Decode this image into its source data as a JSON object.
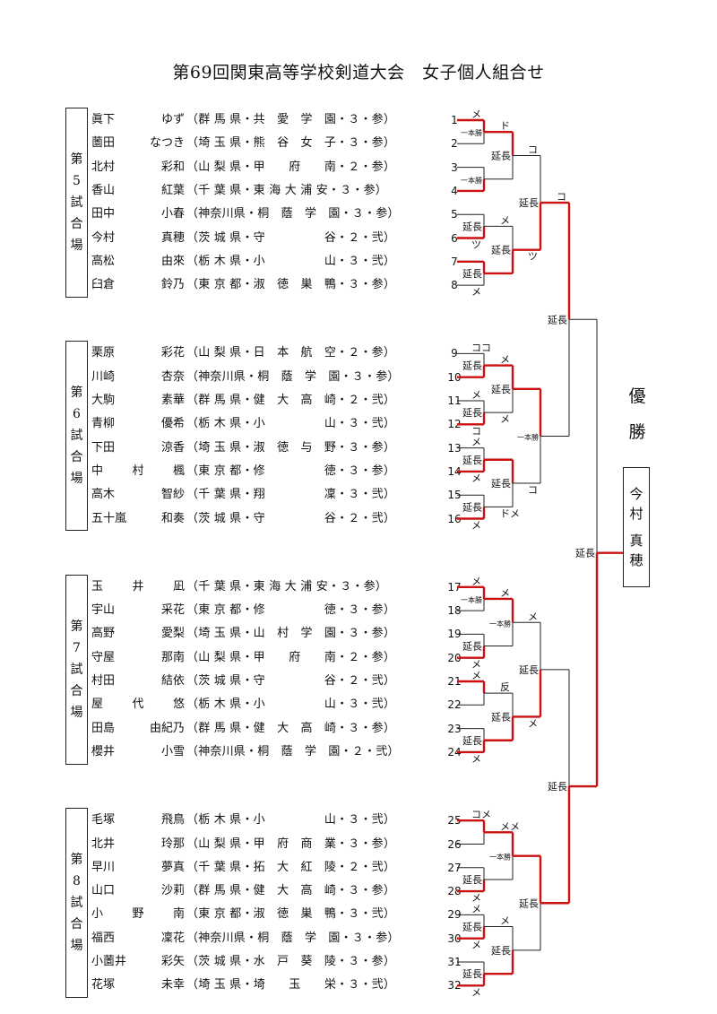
{
  "title": "第69回関東高等学校剣道大会　女子個人組合せ",
  "venues": [
    {
      "label": [
        "第",
        "5",
        "試",
        "合",
        "場"
      ]
    },
    {
      "label": [
        "第",
        "6",
        "試",
        "合",
        "場"
      ]
    },
    {
      "label": [
        "第",
        "7",
        "試",
        "合",
        "場"
      ]
    },
    {
      "label": [
        "第",
        "8",
        "試",
        "合",
        "場"
      ]
    }
  ],
  "players": [
    {
      "no": "1",
      "name": [
        "眞下",
        "ゆず"
      ],
      "profile": "（群 馬 県・共　愛　学　園・３・参）"
    },
    {
      "no": "2",
      "name": [
        "薗田",
        "なつき"
      ],
      "profile": "（埼 玉 県・熊　谷　女　子・３・参）"
    },
    {
      "no": "3",
      "name": [
        "北村",
        "彩和"
      ],
      "profile": "（山 梨 県・甲　　府　　南・２・参）"
    },
    {
      "no": "4",
      "name": [
        "香山",
        "紅葉"
      ],
      "profile": "（千 葉 県・東 海 大 浦 安・３・参）"
    },
    {
      "no": "5",
      "name": [
        "田中",
        "小春"
      ],
      "profile": "（神奈川県・桐　蔭　学　園・３・参）"
    },
    {
      "no": "6",
      "name": [
        "今村",
        "真穂"
      ],
      "profile": "（茨 城 県・守　　　　　谷・２・弐）"
    },
    {
      "no": "7",
      "name": [
        "高松",
        "由來"
      ],
      "profile": "（栃 木 県・小　　　　　山・３・弐）"
    },
    {
      "no": "8",
      "name": [
        "臼倉",
        "鈴乃"
      ],
      "profile": "（東 京 都・淑　徳　巣　鴨・３・参）"
    },
    {
      "no": "9",
      "name": [
        "栗原",
        "彩花"
      ],
      "profile": "（山 梨 県・日　本　航　空・２・参）"
    },
    {
      "no": "10",
      "name": [
        "川崎",
        "杏奈"
      ],
      "profile": "（神奈川県・桐　蔭　学　園・３・参）"
    },
    {
      "no": "11",
      "name": [
        "大駒",
        "素華"
      ],
      "profile": "（群 馬 県・健　大　高　崎・２・弐）"
    },
    {
      "no": "12",
      "name": [
        "青柳",
        "優希"
      ],
      "profile": "（栃 木 県・小　　　　　山・３・弐）"
    },
    {
      "no": "13",
      "name": [
        "下田",
        "涼香"
      ],
      "profile": "（埼 玉 県・淑　徳　与　野・３・参）"
    },
    {
      "no": "14",
      "name": [
        "中",
        "村",
        "楓"
      ],
      "profile": "（東 京 都・修　　　　　徳・３・参）"
    },
    {
      "no": "15",
      "name": [
        "高木",
        "智紗"
      ],
      "profile": "（千 葉 県・翔　　　　　凜・３・弐）"
    },
    {
      "no": "16",
      "name": [
        "五十嵐",
        "和奏"
      ],
      "profile": "（茨 城 県・守　　　　　谷・２・弐）"
    },
    {
      "no": "17",
      "name": [
        "玉",
        "井",
        "凪"
      ],
      "profile": "（千 葉 県・東 海 大 浦 安・３・参）"
    },
    {
      "no": "18",
      "name": [
        "宇山",
        "采花"
      ],
      "profile": "（東 京 都・修　　　　　徳・３・参）"
    },
    {
      "no": "19",
      "name": [
        "高野",
        "愛梨"
      ],
      "profile": "（埼 玉 県・山　村　学　園・３・参）"
    },
    {
      "no": "20",
      "name": [
        "守屋",
        "那南"
      ],
      "profile": "（山 梨 県・甲　　府　　南・２・参）"
    },
    {
      "no": "21",
      "name": [
        "村田",
        "結依"
      ],
      "profile": "（茨 城 県・守　　　　　谷・２・弐）"
    },
    {
      "no": "22",
      "name": [
        "屋",
        "代",
        "悠"
      ],
      "profile": "（栃 木 県・小　　　　　山・３・弐）"
    },
    {
      "no": "23",
      "name": [
        "田島",
        "由紀乃"
      ],
      "profile": "（群 馬 県・健　大　高　崎・３・参）"
    },
    {
      "no": "24",
      "name": [
        "櫻井",
        "小雪"
      ],
      "profile": "（神奈川県・桐　蔭　学　園・２・弐）"
    },
    {
      "no": "25",
      "name": [
        "毛塚",
        "飛鳥"
      ],
      "profile": "（栃 木 県・小　　　　　山・３・弐）"
    },
    {
      "no": "26",
      "name": [
        "北井",
        "玲那"
      ],
      "profile": "（山 梨 県・甲　府　商　業・３・参）"
    },
    {
      "no": "27",
      "name": [
        "早川",
        "夢真"
      ],
      "profile": "（千 葉 県・拓　大　紅　陵・２・弐）"
    },
    {
      "no": "28",
      "name": [
        "山口",
        "沙莉"
      ],
      "profile": "（群 馬 県・健　大　高　崎・３・参）"
    },
    {
      "no": "29",
      "name": [
        "小",
        "野",
        "南"
      ],
      "profile": "（東 京 都・淑　徳　巣　鴨・３・弐）"
    },
    {
      "no": "30",
      "name": [
        "福西",
        "凜花"
      ],
      "profile": "（神奈川県・桐　蔭　学　園・３・参）"
    },
    {
      "no": "31",
      "name": [
        "小薗井",
        "彩矢"
      ],
      "profile": "（茨 城 県・水　戸　葵　陵・３・参）"
    },
    {
      "no": "32",
      "name": [
        "花塚",
        "未幸"
      ],
      "profile": "（埼 玉 県・埼　　玉　　栄・３・弐）"
    }
  ],
  "champion": {
    "label": [
      "優",
      "勝"
    ],
    "name": [
      "今",
      "村",
      "真",
      "穂"
    ]
  },
  "bracket_colors": {
    "winner": "#cc1111",
    "loser": "#222222"
  },
  "rounds": {
    "r1": [
      {
        "top": "メ",
        "note": "一本勝",
        "bottom": ""
      },
      {
        "top": "",
        "note": "一本勝",
        "bottom": ""
      },
      {
        "top": "",
        "note": "延長",
        "bottom": "ツ"
      },
      {
        "top": "",
        "note": "延長",
        "bottom": "メ"
      },
      {
        "top": "ココ",
        "note": "延長",
        "bottom": ""
      },
      {
        "top": "メ",
        "note": "延長",
        "bottom": "コ"
      },
      {
        "top": "メ",
        "note": "延長",
        "bottom": "メ"
      },
      {
        "top": "",
        "note": "延長",
        "bottom": "メ"
      },
      {
        "top": "メ",
        "note": "一本勝",
        "bottom": ""
      },
      {
        "top": "",
        "note": "延長",
        "bottom": "メ"
      },
      {
        "top": "メ",
        "note": "",
        "bottom": ""
      },
      {
        "top": "",
        "note": "延長",
        "bottom": "メ"
      },
      {
        "top": "コメ",
        "note": "",
        "bottom": ""
      },
      {
        "top": "",
        "note": "延長",
        "bottom": "メ"
      },
      {
        "top": "メ",
        "note": "延長",
        "bottom": "メ"
      },
      {
        "top": "",
        "note": "延長",
        "bottom": "メ"
      }
    ],
    "r2": [
      {
        "top": "ド",
        "note": "延長",
        "bottom": ""
      },
      {
        "top": "メ",
        "note": "延長",
        "bottom": ""
      },
      {
        "top": "メ",
        "note": "延長",
        "bottom": "メ"
      },
      {
        "top": "",
        "note": "延長",
        "bottom": "ドメ"
      },
      {
        "top": "メ",
        "note": "一本勝",
        "bottom": ""
      },
      {
        "top": "反",
        "note": "延長",
        "bottom": ""
      },
      {
        "top": "メメ",
        "note": "一本勝",
        "bottom": ""
      },
      {
        "top": "メ",
        "note": "延長",
        "bottom": ""
      }
    ],
    "r3": [
      {
        "top": "コ",
        "note": "延長",
        "bottom": "ツ"
      },
      {
        "top": "",
        "note": "一本勝",
        "bottom": "コ"
      },
      {
        "top": "メ",
        "note": "延長",
        "bottom": "メ"
      },
      {
        "top": "",
        "note": "延長",
        "bottom": ""
      }
    ],
    "r4": [
      {
        "top": "コ",
        "note": "延長",
        "bottom": ""
      },
      {
        "top": "",
        "note": "延長",
        "bottom": ""
      }
    ],
    "r5": [
      {
        "top": "",
        "note": "延長",
        "bottom": ""
      }
    ]
  }
}
